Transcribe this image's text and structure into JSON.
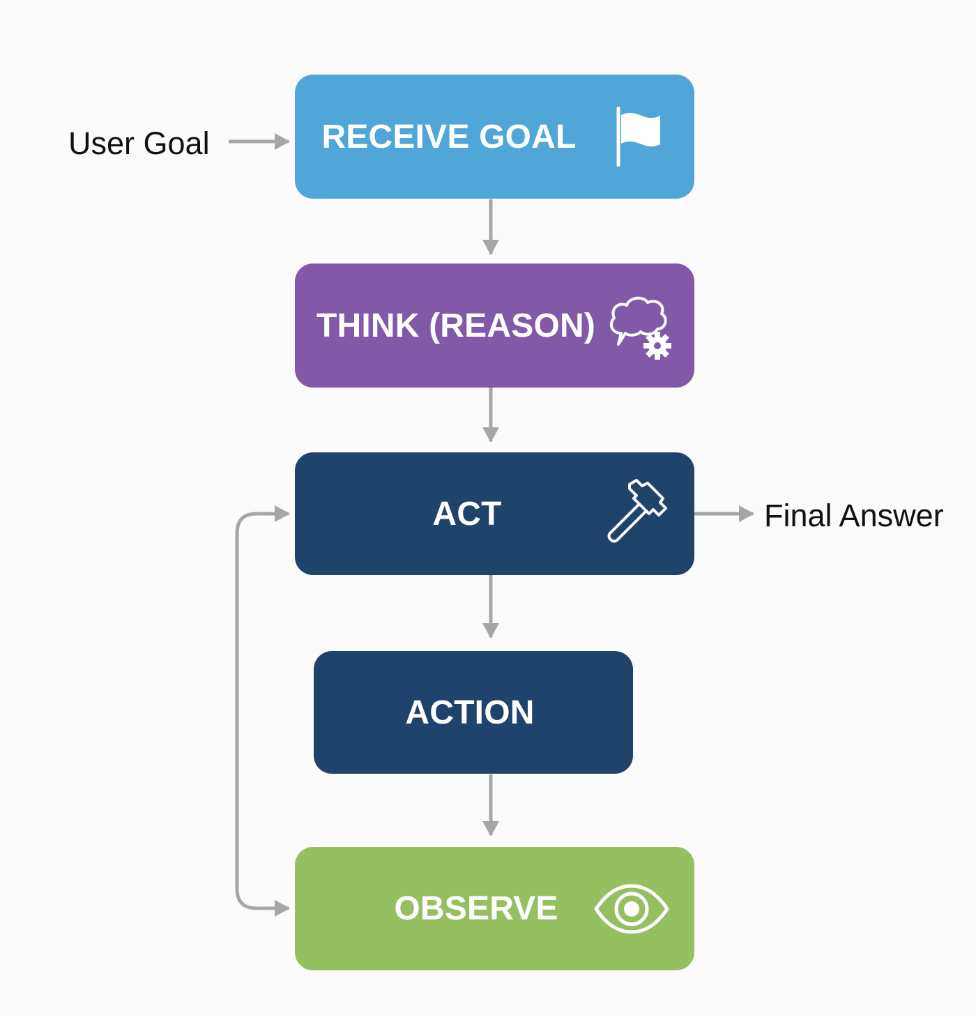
{
  "diagram": {
    "inputs": {
      "user_goal": "User Goal"
    },
    "outputs": {
      "final_answer": "Final Answer"
    },
    "nodes": [
      {
        "id": "receive-goal",
        "label": "RECEIVE GOAL",
        "color": "#4fa6d7",
        "icon": "flag-icon"
      },
      {
        "id": "think",
        "label": "THINK (REASON)",
        "color": "#8159a8",
        "icon": "thought-bubble-gear-icon"
      },
      {
        "id": "act",
        "label": "ACT",
        "color": "#1f436b",
        "icon": "hammer-icon"
      },
      {
        "id": "action",
        "label": "ACTION",
        "color": "#1f436b"
      },
      {
        "id": "observe",
        "label": "OBSERVE",
        "color": "#94c062",
        "icon": "eye-icon"
      }
    ],
    "edges": [
      {
        "from": "user-goal",
        "to": "receive-goal"
      },
      {
        "from": "receive-goal",
        "to": "think"
      },
      {
        "from": "think",
        "to": "act"
      },
      {
        "from": "act",
        "to": "action"
      },
      {
        "from": "action",
        "to": "observe"
      },
      {
        "from": "act",
        "to": "final-answer"
      },
      {
        "from": "loop",
        "to": "act"
      },
      {
        "from": "loop",
        "to": "observe"
      }
    ],
    "connector_color": "#a6a6a6"
  }
}
